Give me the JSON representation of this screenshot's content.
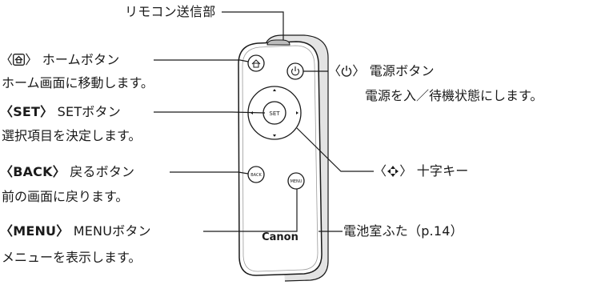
{
  "labels": {
    "remote_sensor": "リモコン送信部",
    "home_key": "〈",
    "home_icon": "home-icon",
    "home_key_close": "〉",
    "home_button": "ホームボタン",
    "home_desc": "ホーム画面に移動します。",
    "power_key": "〈",
    "power_icon": "power-icon",
    "power_key_close": "〉",
    "power_button": "電源ボタン",
    "power_desc": "電源を入／待機状態にします。",
    "set_key": "〈SET〉",
    "set_button": "SETボタン",
    "set_desc": "選択項目を決定します。",
    "cross_key_open": "〈",
    "cross_icon": "cross-keys-icon",
    "cross_key_close": "〉",
    "cross_button": "十字キー",
    "back_key": "〈BACK〉",
    "back_button": "戻るボタン",
    "back_desc": "前の画面に戻ります。",
    "menu_key": "〈MENU〉",
    "menu_button": "MENUボタン",
    "menu_desc": "メニューを表示します。",
    "battery_cover": "電池室ふた（p.14）"
  },
  "remote": {
    "brand": "Canon",
    "set_text": "SET",
    "back_text": "BACK",
    "menu_text": "MENU"
  },
  "colors": {
    "line": "#1a1a1a",
    "body_fill": "#ffffff",
    "edge_shade": "#d9d9d9"
  }
}
